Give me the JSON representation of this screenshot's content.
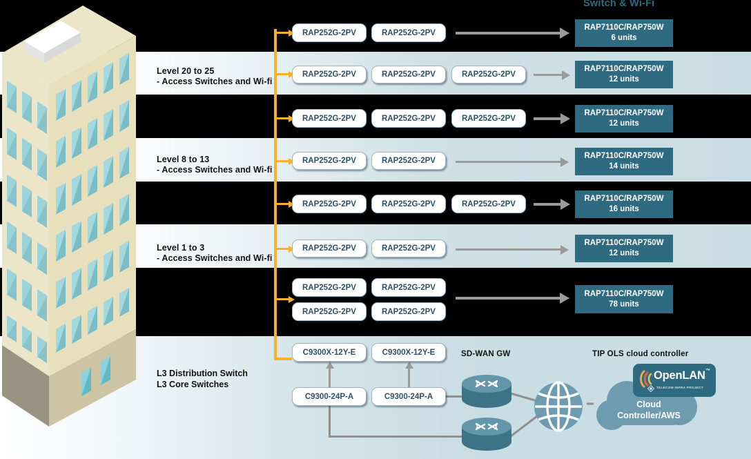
{
  "diagram": {
    "title": "Switch & Wi-Fi",
    "building_icon": "office-building-isometric-icon",
    "access_node_label": "RAP252G-2PV",
    "levels": [
      {
        "band": "dark",
        "left_label": "",
        "left_label_line2": "",
        "access_nodes": [
          "RAP252G-2PV",
          "RAP252G-2PV"
        ],
        "uplink": {
          "model": "RAP7110C/RAP750W",
          "units": "6 units"
        }
      },
      {
        "band": "light",
        "left_label": "Level 20 to 25",
        "left_label_line2": "- Access Switches and Wi-fi",
        "access_nodes": [
          "RAP252G-2PV",
          "RAP252G-2PV",
          "RAP252G-2PV"
        ],
        "uplink": {
          "model": "RAP7110C/RAP750W",
          "units": "12 units"
        }
      },
      {
        "band": "dark",
        "left_label": "",
        "left_label_line2": "",
        "access_nodes": [
          "RAP252G-2PV",
          "RAP252G-2PV",
          "RAP252G-2PV"
        ],
        "uplink": {
          "model": "RAP7110C/RAP750W",
          "units": "12 units"
        }
      },
      {
        "band": "light",
        "left_label": "Level 8 to 13",
        "left_label_line2": "- Access Switches and Wi-fi",
        "access_nodes": [
          "RAP252G-2PV",
          "RAP252G-2PV"
        ],
        "uplink": {
          "model": "RAP7110C/RAP750W",
          "units": "14 units"
        }
      },
      {
        "band": "dark",
        "left_label": "",
        "left_label_line2": "",
        "access_nodes": [
          "RAP252G-2PV",
          "RAP252G-2PV",
          "RAP252G-2PV"
        ],
        "uplink": {
          "model": "RAP7110C/RAP750W",
          "units": "16 units"
        }
      },
      {
        "band": "light",
        "left_label": "Level 1 to 3",
        "left_label_line2": "- Access Switches and Wi-fi",
        "access_nodes": [
          "RAP252G-2PV",
          "RAP252G-2PV"
        ],
        "uplink": {
          "model": "RAP7110C/RAP750W",
          "units": "12 units"
        }
      },
      {
        "band": "dark",
        "left_label": "",
        "left_label_line2": "",
        "access_nodes": [
          "RAP252G-2PV",
          "RAP252G-2PV",
          "RAP252G-2PV",
          "RAP252G-2PV"
        ],
        "uplink": {
          "model": "RAP7110C/RAP750W",
          "units": "78 units"
        }
      }
    ],
    "core": {
      "left_label_line1": "L3 Distribution Switch",
      "left_label_line2": "L3 Core Switches",
      "distribution_switches": [
        "C9300X-12Y-E",
        "C9300X-12Y-E"
      ],
      "core_switches": [
        "C9300-24P-A",
        "C9300-24P-A"
      ],
      "sdwan_label": "SD-WAN GW",
      "sdwan_icon": "router-icon",
      "internet_icon": "globe-icon",
      "cloud_controller_label": "TIP OLS cloud controller",
      "cloud_icon": "cloud-icon",
      "cloud_name": "Cloud\nController/AWS",
      "cloud_name_line1": "Cloud",
      "cloud_name_line2": "Controller/AWS",
      "logo": {
        "name": "openlan-logo",
        "text": "OpenLAN",
        "trademark": "™",
        "subtitle": "TELECOM INFRA PROJECT"
      }
    },
    "colors": {
      "accent_orange": "#f7b12c",
      "teal": "#2e6b80",
      "band_light": "#c9dde4",
      "band_dark": "#000000",
      "arrow_grey": "#9a9a9a",
      "pill_border": "#9fb3c0",
      "pill_text": "#2c5066"
    }
  }
}
